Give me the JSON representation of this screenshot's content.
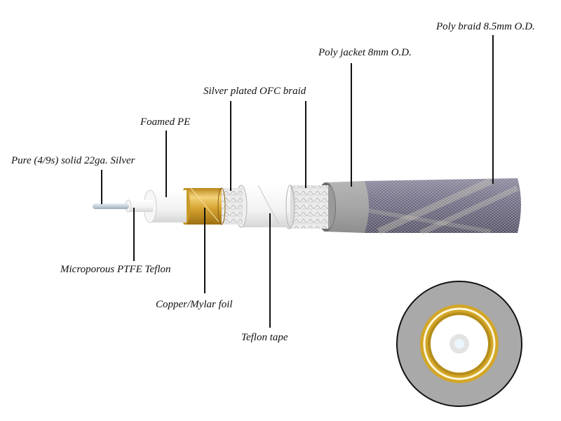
{
  "diagram": {
    "title": "Coaxial cable cutaway",
    "labels": {
      "conductor": "Pure (4/9s) solid 22ga. Silver",
      "foamed_pe": "Foamed PE",
      "ofc_braid": "Silver plated OFC braid",
      "poly_jacket": "Poly jacket 8mm O.D.",
      "poly_braid": "Poly braid 8.5mm O.D.",
      "ptfe": "Microporous PTFE Teflon",
      "copper_foil": "Copper/Mylar foil",
      "teflon_tape": "Teflon tape"
    },
    "colors": {
      "conductor": "#c9d3dc",
      "insulation": "#f2f2f2",
      "copper_foil": "#d4a52a",
      "braid": "#e6e6e6",
      "jacket": "#a8a8a8",
      "outer_braid": "#6e6a80",
      "leader_line": "#111111"
    }
  }
}
